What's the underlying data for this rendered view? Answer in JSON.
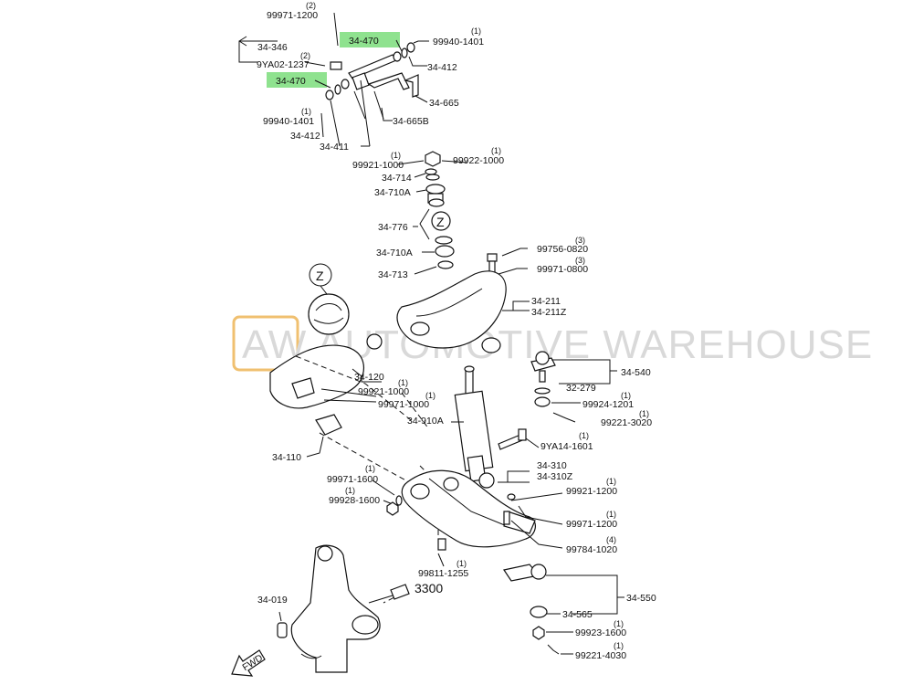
{
  "watermark": {
    "text": "AW AUTOMOTIVE WAREHOUSE",
    "logo_color": "#f0c070"
  },
  "highlight_color": "#8fe28f",
  "callouts": {
    "c1": {
      "code": "99971-1200",
      "qty": "(2)"
    },
    "c2": {
      "code": "34-470"
    },
    "c3": {
      "code": "99940-1401",
      "qty": "(1)"
    },
    "c4": {
      "code": "34-346"
    },
    "c5": {
      "code": "9YA02-1237",
      "qty": "(2)"
    },
    "c6": {
      "code": "34-412"
    },
    "c7": {
      "code": "34-470"
    },
    "c8": {
      "code": "34-665"
    },
    "c9": {
      "code": "99940-1401",
      "qty": "(1)"
    },
    "c10": {
      "code": "34-665B"
    },
    "c11": {
      "code": "34-412"
    },
    "c12": {
      "code": "34-411"
    },
    "c13": {
      "code": "99921-1000",
      "qty": "(1)"
    },
    "c14": {
      "code": "99922-1000",
      "qty": "(1)"
    },
    "c15": {
      "code": "34-714"
    },
    "c16": {
      "code": "34-710A"
    },
    "c17": {
      "code": "34-776"
    },
    "c18": {
      "code": "34-710A"
    },
    "c19": {
      "code": "99756-0820",
      "qty": "(3)"
    },
    "c20": {
      "code": "34-713"
    },
    "c21": {
      "code": "99971-0800",
      "qty": "(3)"
    },
    "c22": {
      "code": "34-211"
    },
    "c23": {
      "code": "34-211Z"
    },
    "c24": {
      "code": "34-120"
    },
    "c25": {
      "code": "99921-1000",
      "qty": "(1)"
    },
    "c26": {
      "code": "99971-1000",
      "qty": "(1)"
    },
    "c27": {
      "code": "34-540"
    },
    "c28": {
      "code": "32-279"
    },
    "c29": {
      "code": "99924-1201",
      "qty": "(1)"
    },
    "c30": {
      "code": "34-910A"
    },
    "c31": {
      "code": "99221-3020",
      "qty": "(1)"
    },
    "c32": {
      "code": "34-110"
    },
    "c33": {
      "code": "9YA14-1601",
      "qty": "(1)"
    },
    "c34": {
      "code": "34-310"
    },
    "c35": {
      "code": "34-310Z"
    },
    "c36": {
      "code": "99971-1600",
      "qty": "(1)"
    },
    "c37": {
      "code": "99921-1200",
      "qty": "(1)"
    },
    "c38": {
      "code": "99928-1600",
      "qty": "(1)"
    },
    "c39": {
      "code": "99971-1200",
      "qty": "(1)"
    },
    "c40": {
      "code": "99784-1020",
      "qty": "(4)"
    },
    "c41": {
      "code": "99811-1255",
      "qty": "(1)"
    },
    "c42": {
      "code": "3300"
    },
    "c43": {
      "code": "34-019"
    },
    "c44": {
      "code": "34-550"
    },
    "c45": {
      "code": "34-565"
    },
    "c46": {
      "code": "99923-1600",
      "qty": "(1)"
    },
    "c47": {
      "code": "99221-4030",
      "qty": "(1)"
    }
  },
  "detail_marker": "Z",
  "fwd_label": "FWD"
}
